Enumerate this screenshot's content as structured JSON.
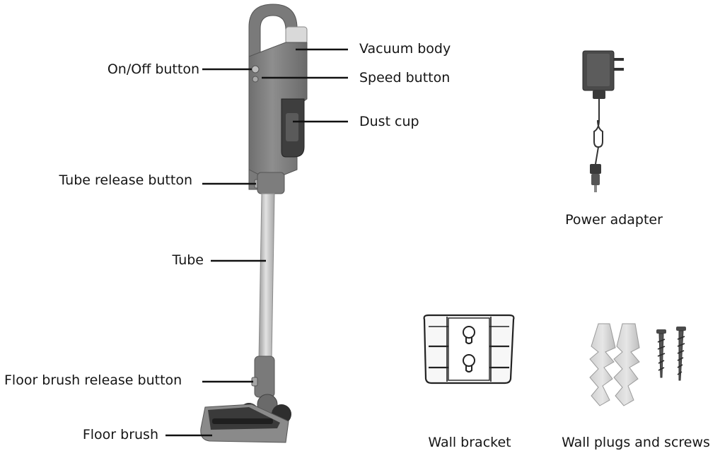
{
  "labels": {
    "vacuum_body": "Vacuum body",
    "on_off_button": "On/Off button",
    "speed_button": "Speed button",
    "dust_cup": "Dust cup",
    "tube_release_button": "Tube release button",
    "tube": "Tube",
    "floor_brush_release_button": "Floor brush release button",
    "floor_brush": "Floor brush",
    "power_adapter": "Power adapter",
    "wall_bracket": "Wall bracket",
    "wall_plugs_and_screws": "Wall plugs and screws"
  },
  "colors": {
    "body_gray": "#8a8a8a",
    "dark_gray": "#4a4a4a",
    "tube_silver": "#c4c4c4",
    "leader_line": "#111111"
  }
}
